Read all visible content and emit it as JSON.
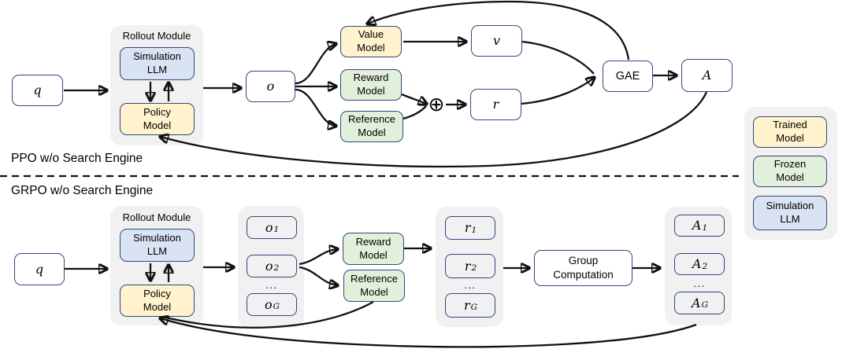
{
  "colors": {
    "trained_model_fill": "#FFF2CC",
    "frozen_model_fill": "#E2EFDA",
    "simulation_llm_fill": "#DAE3F3",
    "container_fill": "#F1F1F1",
    "box_border": "#2E4A7A",
    "arrow": "#111111"
  },
  "ppo": {
    "section_label": "PPO w/o Search Engine",
    "query_label": "q",
    "rollout_module": {
      "title": "Rollout Module",
      "simulation_llm": "Simulation\nLLM",
      "policy_model": "Policy\nModel"
    },
    "output_label": "o",
    "value_model": "Value\nModel",
    "reward_model": "Reward\nModel",
    "reference_model": "Reference\nModel",
    "plus_symbol": "⊕",
    "value_output": "v",
    "reward_output": "r",
    "gae_label": "GAE",
    "advantage_label": "A"
  },
  "grpo": {
    "section_label": "GRPO w/o Search Engine",
    "query_label": "q",
    "rollout_module": {
      "title": "Rollout Module",
      "simulation_llm": "Simulation\nLLM",
      "policy_model": "Policy\nModel"
    },
    "outputs": [
      {
        "base": "o",
        "sub": "1"
      },
      {
        "base": "o",
        "sub": "2"
      },
      {
        "base": "o",
        "sub": "G"
      }
    ],
    "outputs_ellipsis": "...",
    "reward_model": "Reward\nModel",
    "reference_model": "Reference\nModel",
    "rewards": [
      {
        "base": "r",
        "sub": "1"
      },
      {
        "base": "r",
        "sub": "2"
      },
      {
        "base": "r",
        "sub": "G"
      }
    ],
    "rewards_ellipsis": "...",
    "group_computation": "Group\nComputation",
    "advantages": [
      {
        "base": "A",
        "sub": "1"
      },
      {
        "base": "A",
        "sub": "2"
      },
      {
        "base": "A",
        "sub": "G"
      }
    ],
    "advantages_ellipsis": "..."
  },
  "legend": {
    "items": [
      {
        "label": "Trained\nModel"
      },
      {
        "label": "Frozen\nModel"
      },
      {
        "label": "Simulation\nLLM"
      }
    ]
  }
}
